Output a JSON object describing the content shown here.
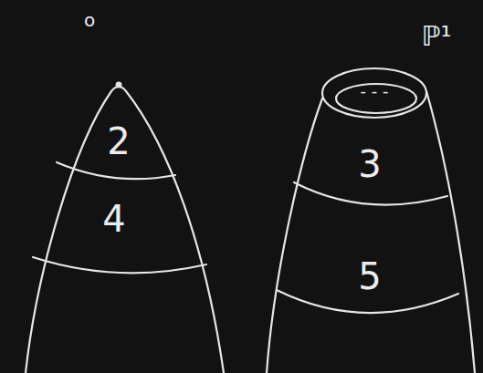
{
  "diagram": {
    "nodes": [
      {
        "text": [
          "o"
        ]
      },
      {
        "text": [
          "2"
        ],
        "in": 0
      },
      {
        "text": [
          "4"
        ],
        "in": 0
      },
      {
        "text": [
          "ℙ¹"
        ]
      },
      {
        "text": [
          "3"
        ],
        "in": 3
      },
      {
        "text": [
          "5"
        ],
        "in": 3
      }
    ],
    "labels": [
      "- - -"
    ]
  }
}
